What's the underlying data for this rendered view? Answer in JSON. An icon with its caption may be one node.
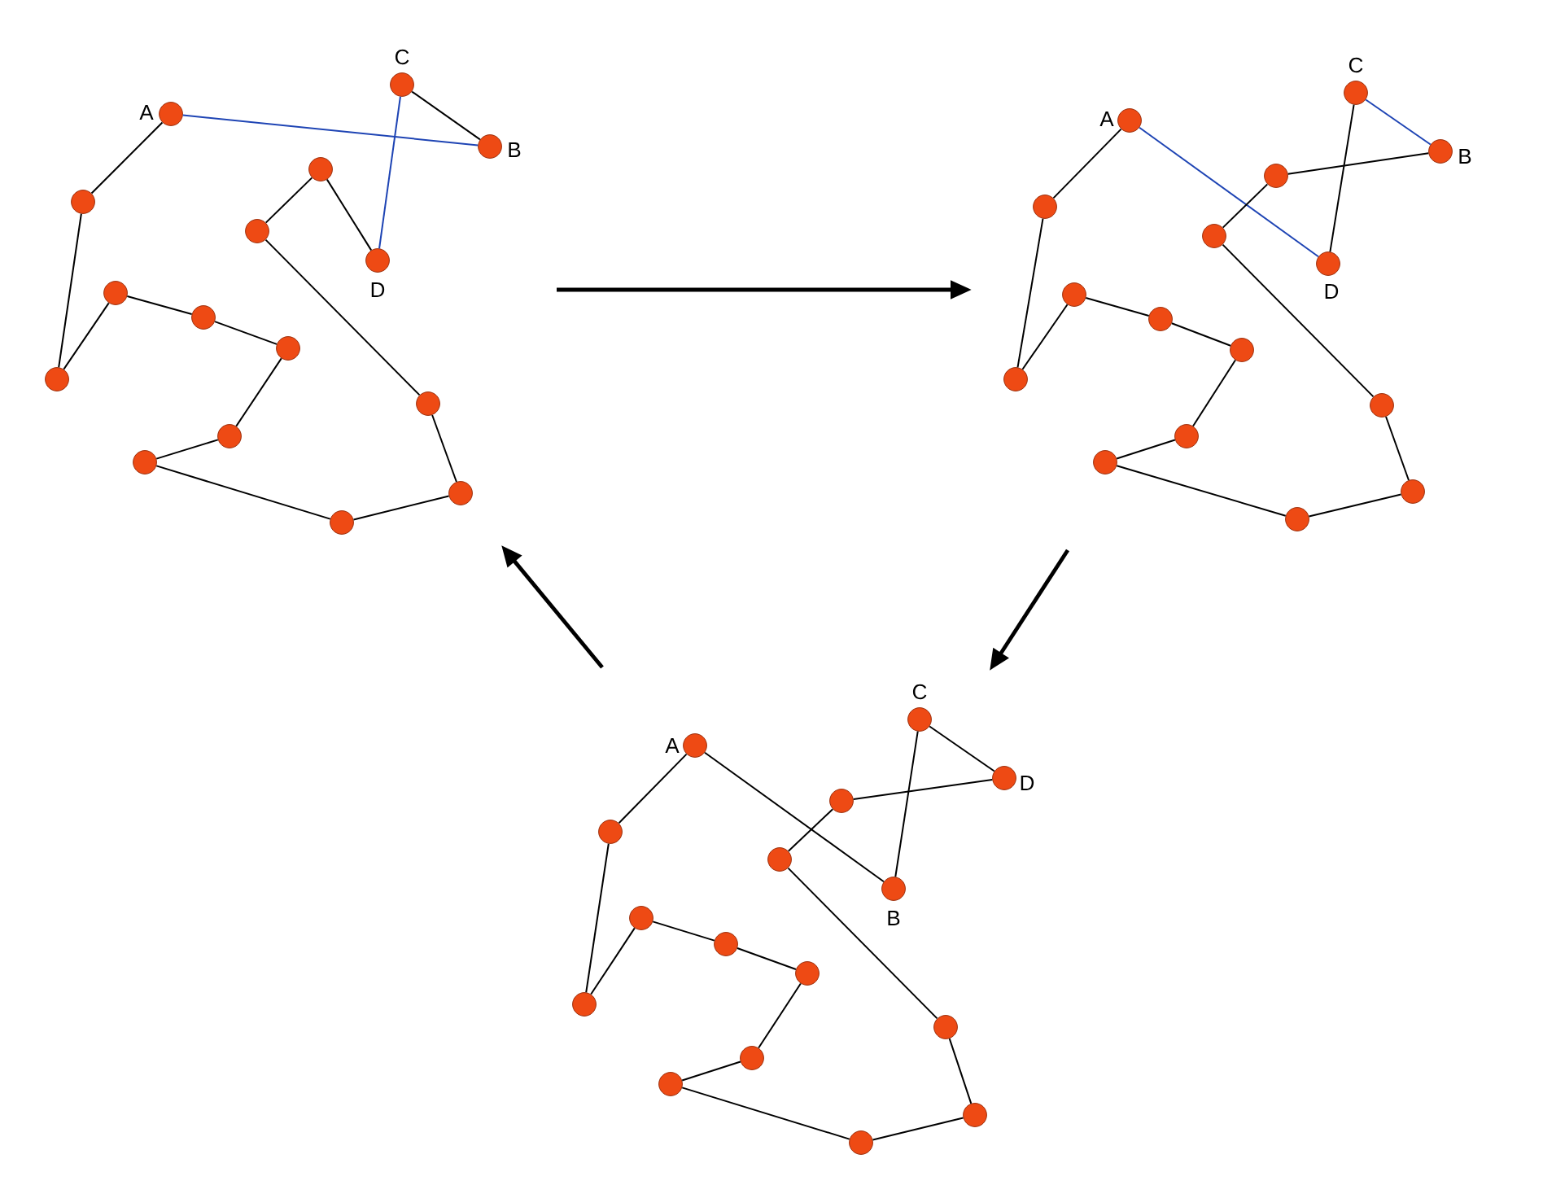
{
  "diagram": {
    "nodes": [
      {
        "text": [],
        "shape": "circle",
        "beside": [
          "C"
        ]
      },
      {
        "text": [],
        "shape": "circle",
        "beside": [
          "A"
        ]
      },
      {
        "text": [],
        "shape": "circle",
        "beside": [
          "B"
        ]
      },
      {
        "text": [],
        "shape": "circle"
      },
      {
        "text": [],
        "shape": "circle"
      },
      {
        "text": [],
        "shape": "circle"
      },
      {
        "text": [],
        "shape": "circle",
        "beside": [
          "D"
        ]
      },
      {
        "text": [],
        "shape": "circle"
      },
      {
        "text": [],
        "shape": "circle"
      },
      {
        "text": [],
        "shape": "circle"
      },
      {
        "text": [],
        "shape": "circle"
      },
      {
        "text": [],
        "shape": "circle"
      },
      {
        "text": [],
        "shape": "circle"
      },
      {
        "text": [],
        "shape": "circle"
      },
      {
        "text": [],
        "shape": "circle"
      },
      {
        "text": [],
        "shape": "circle"
      },
      {
        "text": [],
        "shape": "circle",
        "beside": [
          "C"
        ]
      },
      {
        "text": [],
        "shape": "circle",
        "beside": [
          "A"
        ]
      },
      {
        "text": [],
        "shape": "circle",
        "beside": [
          "B"
        ]
      },
      {
        "text": [],
        "shape": "circle"
      },
      {
        "text": [],
        "shape": "circle"
      },
      {
        "text": [],
        "shape": "circle"
      },
      {
        "text": [],
        "shape": "circle",
        "beside": [
          "D"
        ]
      },
      {
        "text": [],
        "shape": "circle"
      },
      {
        "text": [],
        "shape": "circle"
      },
      {
        "text": [],
        "shape": "circle"
      },
      {
        "text": [],
        "shape": "circle"
      },
      {
        "text": [],
        "shape": "circle"
      },
      {
        "text": [],
        "shape": "circle"
      },
      {
        "text": [],
        "shape": "circle"
      },
      {
        "text": [],
        "shape": "circle"
      },
      {
        "text": [],
        "shape": "circle"
      },
      {
        "text": [],
        "shape": "circle",
        "beside": [
          "C"
        ]
      },
      {
        "text": [],
        "shape": "circle",
        "beside": [
          "A"
        ]
      },
      {
        "text": [],
        "shape": "circle",
        "beside": [
          "D"
        ]
      },
      {
        "text": [],
        "shape": "circle"
      },
      {
        "text": [],
        "shape": "circle"
      },
      {
        "text": [],
        "shape": "circle"
      },
      {
        "text": [],
        "shape": "circle",
        "beside": [
          "B"
        ]
      },
      {
        "text": [],
        "shape": "circle"
      },
      {
        "text": [],
        "shape": "circle"
      },
      {
        "text": [],
        "shape": "circle"
      },
      {
        "text": [],
        "shape": "circle"
      },
      {
        "text": [],
        "shape": "circle"
      },
      {
        "text": [],
        "shape": "circle"
      },
      {
        "text": [],
        "shape": "circle"
      },
      {
        "text": [],
        "shape": "circle"
      },
      {
        "text": [],
        "shape": "circle"
      }
    ],
    "edges": [
      {
        "from": 1,
        "to": 2,
        "arrow": "none",
        "color": "#1e44b4"
      },
      {
        "from": 2,
        "to": 0,
        "arrow": "none"
      },
      {
        "from": 0,
        "to": 6,
        "arrow": "none",
        "color": "#1e44b4"
      },
      {
        "from": 6,
        "to": 3,
        "arrow": "none"
      },
      {
        "from": 3,
        "to": 5,
        "arrow": "none"
      },
      {
        "from": 5,
        "to": 11,
        "arrow": "none"
      },
      {
        "from": 11,
        "to": 14,
        "arrow": "none"
      },
      {
        "from": 14,
        "to": 15,
        "arrow": "none"
      },
      {
        "from": 15,
        "to": 13,
        "arrow": "none"
      },
      {
        "from": 13,
        "to": 12,
        "arrow": "none"
      },
      {
        "from": 12,
        "to": 9,
        "arrow": "none"
      },
      {
        "from": 9,
        "to": 8,
        "arrow": "none"
      },
      {
        "from": 8,
        "to": 7,
        "arrow": "none"
      },
      {
        "from": 7,
        "to": 10,
        "arrow": "none"
      },
      {
        "from": 10,
        "to": 4,
        "arrow": "none"
      },
      {
        "from": 4,
        "to": 1,
        "arrow": "none"
      },
      {
        "from": 17,
        "to": 22,
        "arrow": "none",
        "color": "#1e44b4"
      },
      {
        "from": 22,
        "to": 16,
        "arrow": "none"
      },
      {
        "from": 16,
        "to": 18,
        "arrow": "none",
        "color": "#1e44b4"
      },
      {
        "from": 18,
        "to": 19,
        "arrow": "none"
      },
      {
        "from": 19,
        "to": 21,
        "arrow": "none"
      },
      {
        "from": 21,
        "to": 27,
        "arrow": "none"
      },
      {
        "from": 27,
        "to": 30,
        "arrow": "none"
      },
      {
        "from": 30,
        "to": 31,
        "arrow": "none"
      },
      {
        "from": 31,
        "to": 29,
        "arrow": "none"
      },
      {
        "from": 29,
        "to": 28,
        "arrow": "none"
      },
      {
        "from": 28,
        "to": 25,
        "arrow": "none"
      },
      {
        "from": 25,
        "to": 24,
        "arrow": "none"
      },
      {
        "from": 24,
        "to": 23,
        "arrow": "none"
      },
      {
        "from": 23,
        "to": 26,
        "arrow": "none"
      },
      {
        "from": 26,
        "to": 20,
        "arrow": "none"
      },
      {
        "from": 20,
        "to": 17,
        "arrow": "none"
      },
      {
        "from": 33,
        "to": 38,
        "arrow": "none"
      },
      {
        "from": 38,
        "to": 32,
        "arrow": "none"
      },
      {
        "from": 32,
        "to": 34,
        "arrow": "none"
      },
      {
        "from": 34,
        "to": 35,
        "arrow": "none"
      },
      {
        "from": 35,
        "to": 37,
        "arrow": "none"
      },
      {
        "from": 37,
        "to": 43,
        "arrow": "none"
      },
      {
        "from": 43,
        "to": 46,
        "arrow": "none"
      },
      {
        "from": 46,
        "to": 47,
        "arrow": "none"
      },
      {
        "from": 47,
        "to": 45,
        "arrow": "none"
      },
      {
        "from": 45,
        "to": 44,
        "arrow": "none"
      },
      {
        "from": 44,
        "to": 41,
        "arrow": "none"
      },
      {
        "from": 41,
        "to": 40,
        "arrow": "none"
      },
      {
        "from": 40,
        "to": 39,
        "arrow": "none"
      },
      {
        "from": 39,
        "to": 42,
        "arrow": "none"
      },
      {
        "from": 42,
        "to": 36,
        "arrow": "none"
      },
      {
        "from": 36,
        "to": 33,
        "arrow": "none"
      }
    ]
  }
}
